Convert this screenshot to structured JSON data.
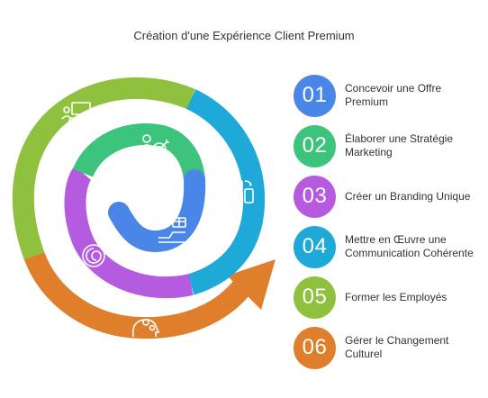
{
  "title": "Création d'une Expérience Client Premium",
  "steps": [
    {
      "number": "01",
      "label": "Concevoir une Offre Premium",
      "color": "#4a86e8",
      "icon": "presentation-team-icon"
    },
    {
      "number": "02",
      "label": "Élaborer une Stratégie Marketing",
      "color": "#3cc47c",
      "icon": "person-target-icon"
    },
    {
      "number": "03",
      "label": "Créer un Branding Unique",
      "color": "#b65ae0",
      "icon": "brand-swirl-icon"
    },
    {
      "number": "04",
      "label": "Mettre en Œuvre une Communication Cohérente",
      "color": "#1fa9d9",
      "icon": "devices-sync-icon"
    },
    {
      "number": "05",
      "label": "Former les Employés",
      "color": "#8fc13f",
      "icon": "trainer-board-icon"
    },
    {
      "number": "06",
      "label": "Gérer le Changement Culturel",
      "color": "#e07f2b",
      "icon": "head-gears-icon"
    }
  ]
}
